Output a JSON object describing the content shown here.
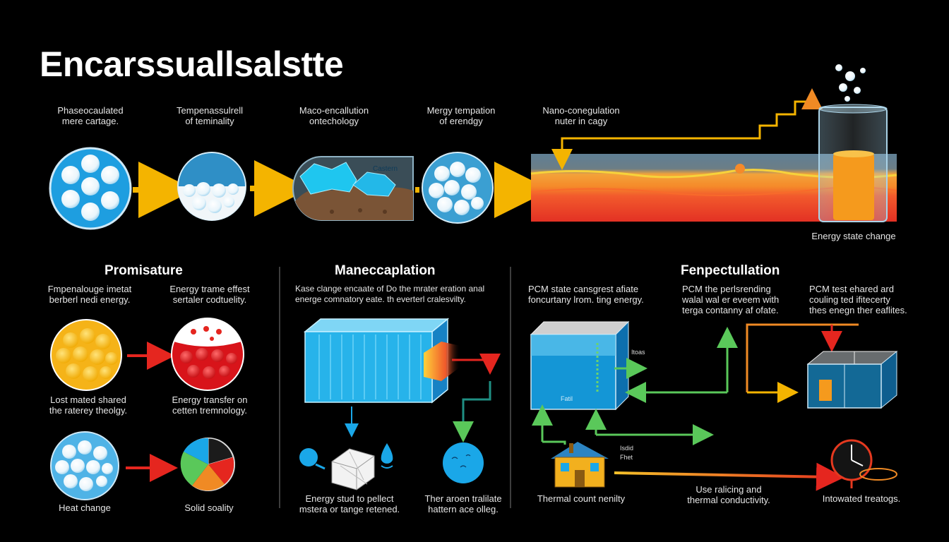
{
  "title": "Encarssuallsalstte",
  "top_row": {
    "captions": [
      "Phaseocaulated\nmere cartage.",
      "Tempenassulrell\nof teminality",
      "Maco-encallution\nontechology",
      "Mergy tempation\nof erendgy",
      "Nano-conegulation\nnuter in cagy"
    ],
    "capsule_label": "Castern",
    "state_caption": "Energy state change"
  },
  "sections": {
    "left": {
      "heading": "Promisature",
      "captions": [
        "Fmpenalouge imetat\nberberl nedi energy.",
        "Energy trame effest\nsertaler codtuelity.",
        "Lost mated shared\nthe raterey theolgy.",
        "Energy transfer on\ncetten tremnology.",
        "Heat change",
        "Solid soality"
      ]
    },
    "middle": {
      "heading": "Maneccaplation",
      "description": "Kase clange encaate of Do the mrater eration anal\nenerge comnatory eate. th everterl cralesvilty.",
      "captions": [
        "Energy stud to pellect\nmstera or tange retened.",
        "Ther aroen tralilate\nhattern ace olleg."
      ]
    },
    "right": {
      "heading": "Fenpectullation",
      "captions": [
        "PCM state cansgrest afiate\nfoncurtany lrom. ting energy.",
        "PCM the perlsrending\nwalal wal er eveem with\nterga contanny af ofate.",
        "PCM test ehared ard\ncouling ted ifitecerty\nthes enegn ther eaflites.",
        "Thermal count nenilty",
        "Use ralicing and\nthermal conductivity.",
        "Intowated treatogs."
      ],
      "small_labels": [
        "Itoas",
        "Fatil",
        "Isdid",
        "Fhet"
      ]
    }
  },
  "colors": {
    "arrow_yellow": "#f4b400",
    "arrow_red": "#e5261f",
    "arrow_green": "#5ac85a",
    "arrow_orange": "#f08a24",
    "water_blue": "#1aa7e8",
    "background": "#000000"
  }
}
